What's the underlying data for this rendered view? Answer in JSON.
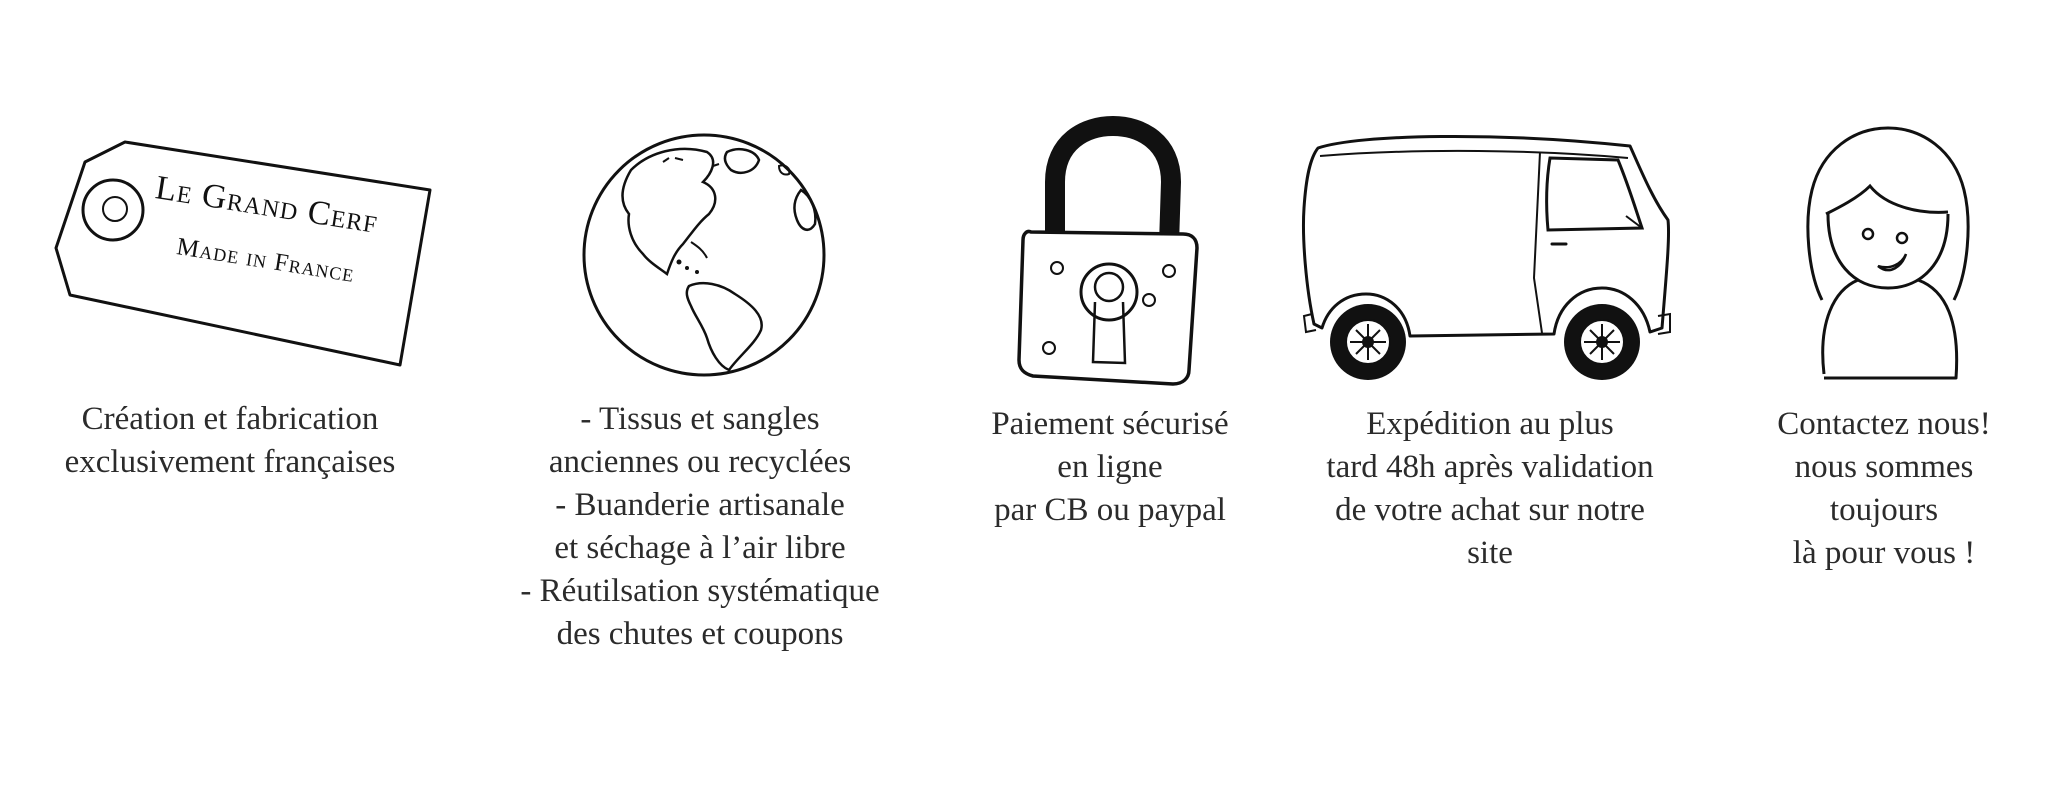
{
  "brand": {
    "name": "Le Grand Cerf",
    "subtitle": "Made in France"
  },
  "features": [
    {
      "icon": "price-tag-icon",
      "lines": [
        "Création et fabrication",
        "exclusivement françaises"
      ]
    },
    {
      "icon": "globe-icon",
      "lines": [
        "- Tissus et sangles",
        "anciennes ou recyclées",
        "- Buanderie artisanale",
        "et séchage à l’air libre",
        "- Réutilsation systématique",
        "des chutes et coupons"
      ]
    },
    {
      "icon": "padlock-icon",
      "lines": [
        "Paiement sécurisé",
        "en ligne",
        "par CB ou paypal"
      ]
    },
    {
      "icon": "delivery-van-icon",
      "lines": [
        "Expédition au plus",
        "tard 48h après validation",
        "de votre achat sur notre",
        "site"
      ]
    },
    {
      "icon": "smiling-person-icon",
      "lines": [
        "Contactez nous!",
        "nous sommes",
        "toujours",
        "là pour vous !"
      ]
    }
  ],
  "colors": {
    "text": "#2b2b2b",
    "stroke": "#111111",
    "background": "#ffffff"
  }
}
